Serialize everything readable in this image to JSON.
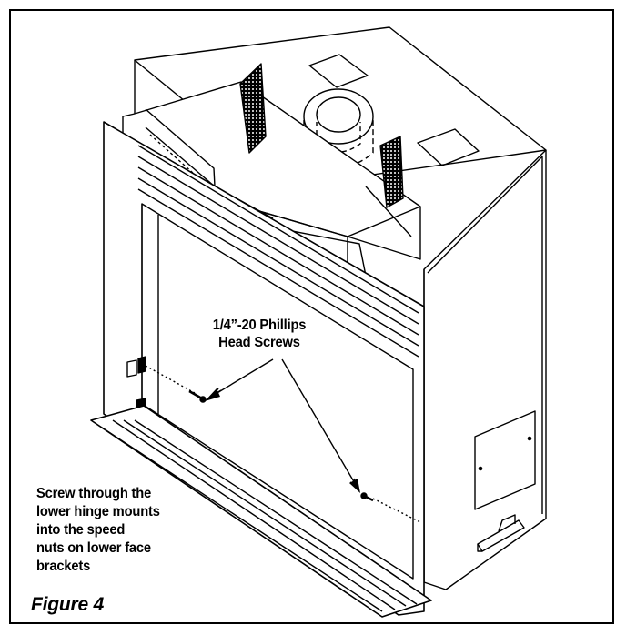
{
  "diagram": {
    "screw_label": "1/4”-20 Phillips\nHead Screws",
    "instruction_note": "Screw through the\nlower hinge mounts\ninto the speed\nnuts on lower face\nbrackets",
    "figure_caption": "Figure 4"
  },
  "colors": {
    "line": "#000000",
    "background": "#ffffff"
  }
}
